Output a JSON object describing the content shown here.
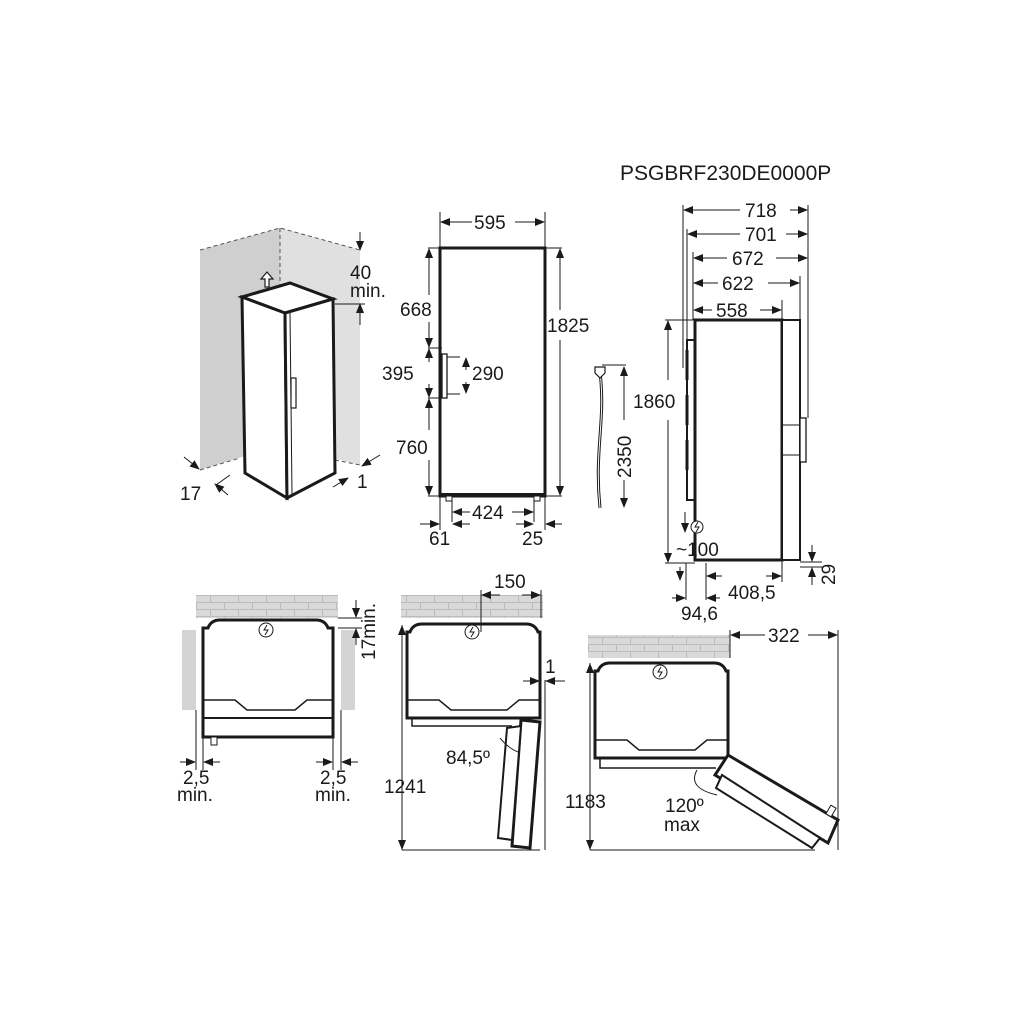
{
  "title": "PSGBRF230DE0000P",
  "colors": {
    "line": "#1a1a1a",
    "wall_dark": "#cfcfcf",
    "wall_light": "#e0e0e0",
    "brick": "#d9d9d9"
  },
  "icons": {
    "power_socket": "lightning-circle-icon",
    "plug": "plug-icon",
    "ventilation_arrow": "up-arrow-icon"
  },
  "views": {
    "installation_3d": {
      "top_clearance": "40",
      "top_clearance_unit": "min.",
      "side_clearance_left": "17",
      "side_clearance_right": "1"
    },
    "front": {
      "width": "595",
      "height": "1825",
      "handle_top": "668",
      "handle_zone": "395",
      "handle_length": "290",
      "handle_bottom": "760",
      "feet_span": "424",
      "left_foot_offset": "61",
      "right_foot_offset": "25"
    },
    "cable": {
      "length": "2350"
    },
    "side": {
      "depth_718": "718",
      "depth_701": "701",
      "depth_672": "672",
      "depth_622": "622",
      "depth_558": "558",
      "height": "1860",
      "socket_offset": "~100",
      "foot_depth": "408,5",
      "foot_offset": "94,6",
      "bottom_gap": "29"
    },
    "top_recessed": {
      "back_clearance": "17min.",
      "left_clearance": "2,5",
      "left_clearance_unit": "min.",
      "right_clearance": "2,5",
      "right_clearance_unit": "min."
    },
    "top_door_90": {
      "wall_offset": "150",
      "side_gap": "1",
      "angle": "84,5º",
      "total_depth": "1241"
    },
    "top_door_120": {
      "door_overhang": "322",
      "angle": "120º",
      "angle_unit": "max",
      "total_depth": "1183"
    }
  }
}
